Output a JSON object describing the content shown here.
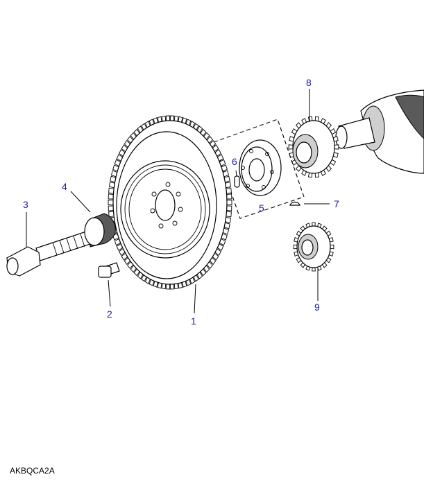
{
  "diagram": {
    "reference_code": "AKBQCA2A",
    "callouts": [
      {
        "id": "1",
        "label": "1"
      },
      {
        "id": "2",
        "label": "2"
      },
      {
        "id": "3",
        "label": "3"
      },
      {
        "id": "4",
        "label": "4"
      },
      {
        "id": "5",
        "label": "5"
      },
      {
        "id": "6",
        "label": "6"
      },
      {
        "id": "7",
        "label": "7"
      },
      {
        "id": "8",
        "label": "8"
      },
      {
        "id": "9",
        "label": "9"
      }
    ]
  }
}
